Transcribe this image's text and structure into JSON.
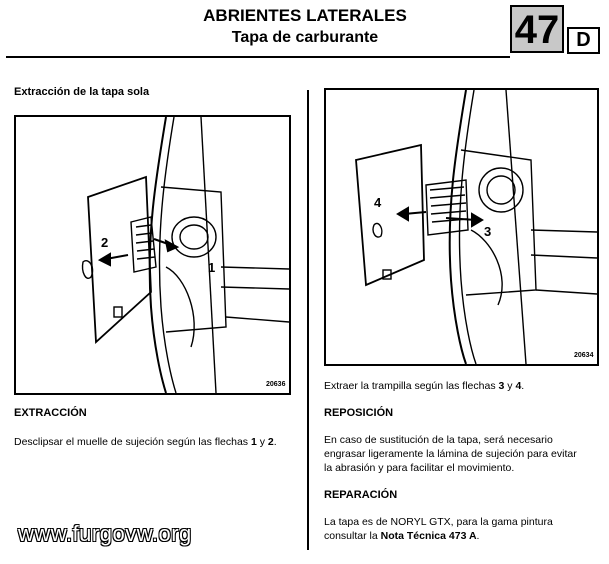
{
  "header": {
    "title": "ABRIENTES LATERALES",
    "subtitle": "Tapa de carburante",
    "chapter_number": "47",
    "section_letter": "D"
  },
  "left": {
    "intro_heading": "Extracción de la tapa sola",
    "figure": {
      "code": "20636",
      "labels": [
        "2",
        "1"
      ]
    },
    "section_heading": "EXTRACCIÓN",
    "paragraph": {
      "text": "Desclipsar el muelle de sujeción según las flechas ",
      "b1": "1",
      "mid": " y ",
      "b2": "2",
      "end": "."
    }
  },
  "right": {
    "figure": {
      "code": "20634",
      "labels": [
        "4",
        "3"
      ]
    },
    "caption": {
      "text": "Extraer la trampilla según las flechas ",
      "b1": "3",
      "mid": " y ",
      "b2": "4",
      "end": "."
    },
    "reposicion": {
      "heading": "REPOSICIÓN",
      "lines": [
        "En caso de sustitución de la tapa, será necesario",
        "engrasar ligeramente la lámina de sujeción para evitar",
        "la abrasión y para facilitar el movimiento."
      ]
    },
    "reparacion": {
      "heading": "REPARACIÓN",
      "line1": "La tapa es de NORYL GTX, para la gama pintura",
      "line2_prefix": "consultar la ",
      "line2_bold": "Nota Técnica 473 A",
      "line2_end": "."
    }
  },
  "watermark": "www.furgovw.org"
}
